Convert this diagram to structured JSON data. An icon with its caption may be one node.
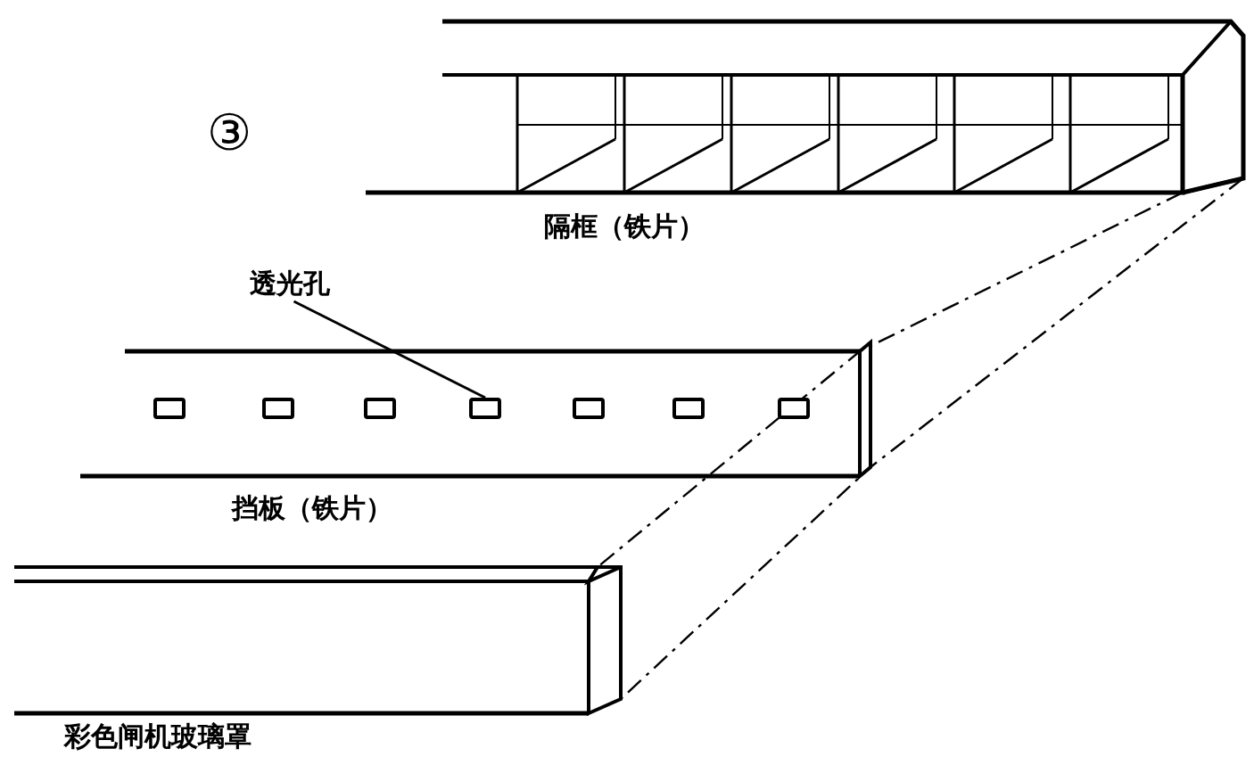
{
  "diagram": {
    "nodes": [
      {
        "text": [
          "透光孔"
        ]
      },
      {
        "text": [],
        "shape": "box"
      },
      {
        "text": [],
        "shape": "box"
      },
      {
        "text": [],
        "shape": "box"
      },
      {
        "text": [],
        "shape": "box"
      },
      {
        "text": [],
        "shape": "box"
      },
      {
        "text": [],
        "shape": "box"
      },
      {
        "text": [],
        "shape": "box"
      }
    ],
    "edges": [
      {
        "from": 0,
        "to": 4,
        "arrow": "none"
      }
    ],
    "labels": [
      "③",
      "隔框（铁片）",
      "挡板（铁片）",
      "彩色闸机玻璃罩"
    ]
  }
}
